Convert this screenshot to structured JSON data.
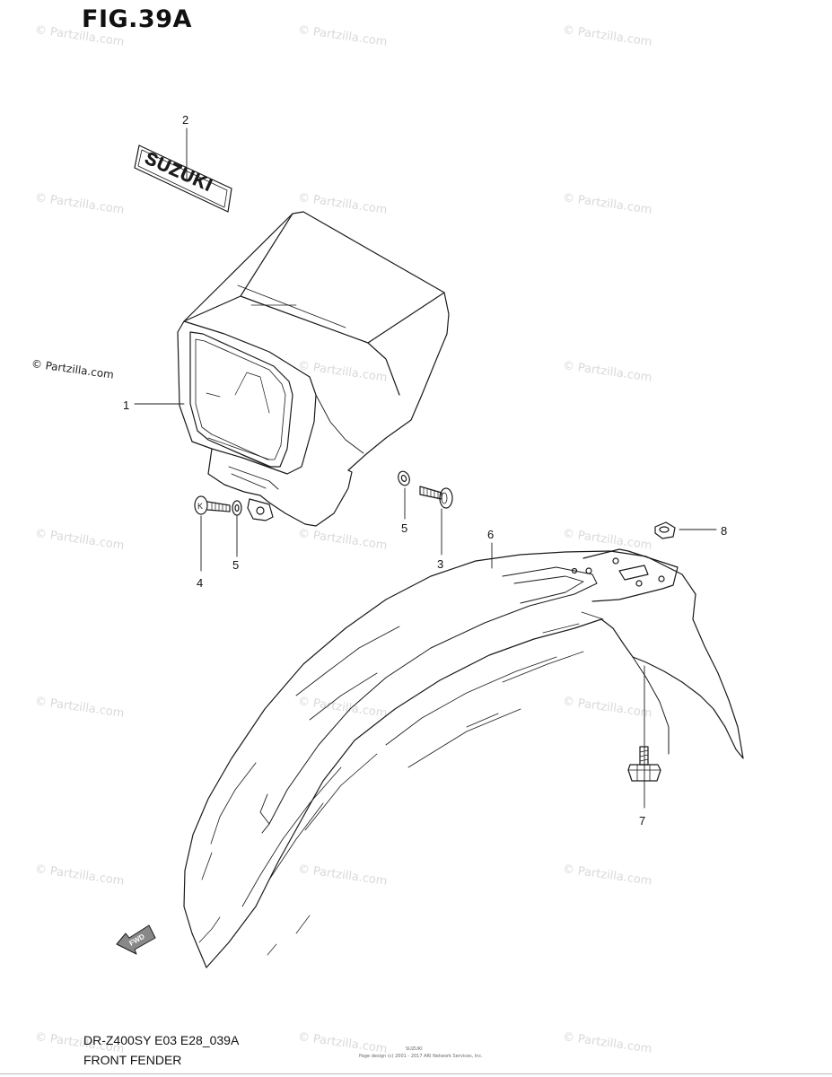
{
  "figure": {
    "title": "FIG.39A",
    "model_code": "DR-Z400SY E03 E28_039A",
    "section_name": "FRONT FENDER",
    "tiny_footer_top": "SUZUKI",
    "tiny_footer_bottom": "Page design (c) 2001 - 2017 ARI Network Services, Inc."
  },
  "watermark": {
    "text": "© Partzilla.com"
  },
  "decal": {
    "text": "SUZUKI"
  },
  "forward_arrow": {
    "text": "FWD"
  },
  "callouts": [
    {
      "id": "callout-1",
      "number": "1",
      "part": "headlight-cover"
    },
    {
      "id": "callout-2",
      "number": "2",
      "part": "suzuki-emblem"
    },
    {
      "id": "callout-3",
      "number": "3",
      "part": "screw"
    },
    {
      "id": "callout-4",
      "number": "4",
      "part": "bolt"
    },
    {
      "id": "callout-5a",
      "number": "5",
      "part": "washer"
    },
    {
      "id": "callout-5b",
      "number": "5",
      "part": "washer"
    },
    {
      "id": "callout-6",
      "number": "6",
      "part": "front-fender"
    },
    {
      "id": "callout-7",
      "number": "7",
      "part": "fender-bolt"
    },
    {
      "id": "callout-8",
      "number": "8",
      "part": "nut"
    }
  ],
  "colors": {
    "line": "#1a1a1a",
    "watermark": "#d9d9d9"
  }
}
